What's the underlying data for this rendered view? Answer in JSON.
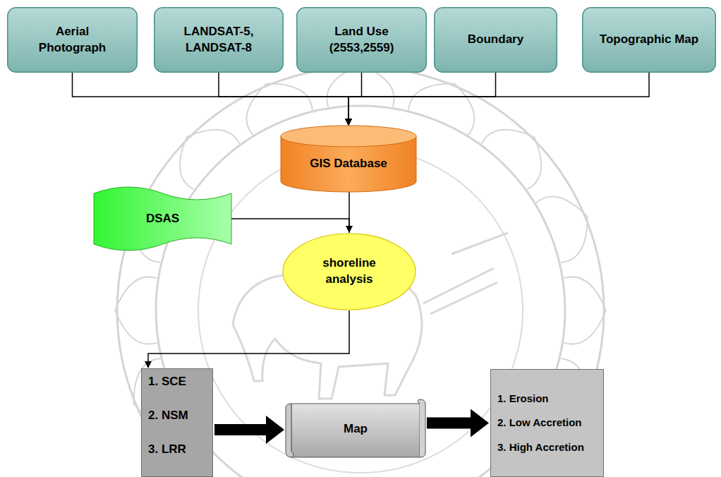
{
  "diagram": {
    "nodes": [
      {
        "text": [
          "Aerial Photograph"
        ]
      },
      {
        "text": [
          "LANDSAT-5, LANDSAT-8"
        ]
      },
      {
        "text": [
          "Land Use (2553,2559)"
        ]
      },
      {
        "text": [
          "Boundary"
        ]
      },
      {
        "text": [
          "Topographic Map"
        ]
      },
      {
        "text": [
          "GIS Database"
        ]
      },
      {
        "text": [
          "DSAS"
        ]
      },
      {
        "text": [
          "shoreline analysis"
        ]
      },
      {
        "text": [
          "1. SCE",
          "2. NSM",
          "3. LRR"
        ]
      },
      {
        "text": [
          "Map"
        ]
      },
      {
        "text": [
          "1. Erosion",
          "2. Low Accretion",
          "3. High Accretion"
        ]
      }
    ],
    "edges": [
      {
        "from": 0,
        "to": 5,
        "arrow": "to"
      },
      {
        "from": 1,
        "to": 5,
        "arrow": "to"
      },
      {
        "from": 2,
        "to": 5,
        "arrow": "to"
      },
      {
        "from": 3,
        "to": 5,
        "arrow": "to"
      },
      {
        "from": 4,
        "to": 5,
        "arrow": "to"
      },
      {
        "from": 5,
        "to": 7,
        "arrow": "none"
      },
      {
        "from": 6,
        "to": 7,
        "arrow": "to"
      },
      {
        "from": 7,
        "to": 8,
        "arrow": "to"
      },
      {
        "from": 8,
        "to": 9,
        "arrow": "to"
      },
      {
        "from": 9,
        "to": 10,
        "arrow": "to"
      }
    ]
  }
}
